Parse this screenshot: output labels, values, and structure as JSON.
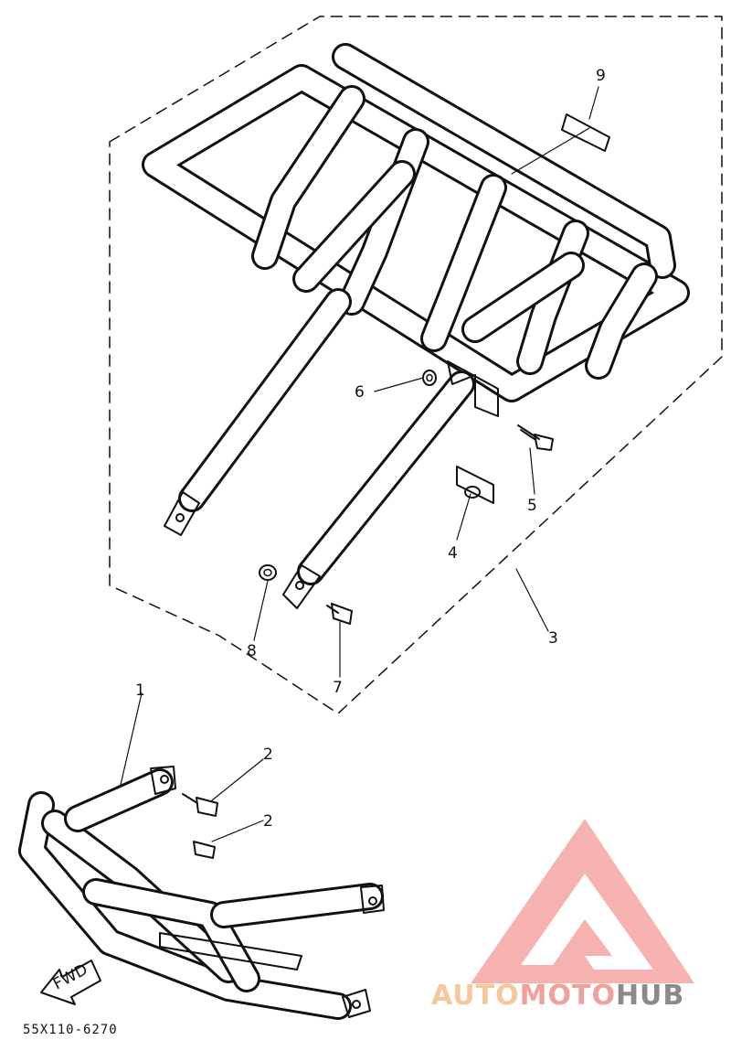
{
  "diagram": {
    "callouts": [
      {
        "id": "1",
        "label": "1"
      },
      {
        "id": "2a",
        "label": "2"
      },
      {
        "id": "2b",
        "label": "2"
      },
      {
        "id": "3",
        "label": "3"
      },
      {
        "id": "4",
        "label": "4"
      },
      {
        "id": "5",
        "label": "5"
      },
      {
        "id": "6",
        "label": "6"
      },
      {
        "id": "7",
        "label": "7"
      },
      {
        "id": "8",
        "label": "8"
      },
      {
        "id": "9",
        "label": "9"
      }
    ],
    "direction_label": "FWD",
    "part_code": "55X110-6270"
  },
  "watermark": {
    "parts": [
      "AUTO",
      "MOTO",
      "HUB"
    ],
    "colors": {
      "auto": "#f6c79b",
      "moto": "#f2a09a",
      "hub": "#8a8a8a",
      "logo": "#f4a4a0"
    }
  }
}
